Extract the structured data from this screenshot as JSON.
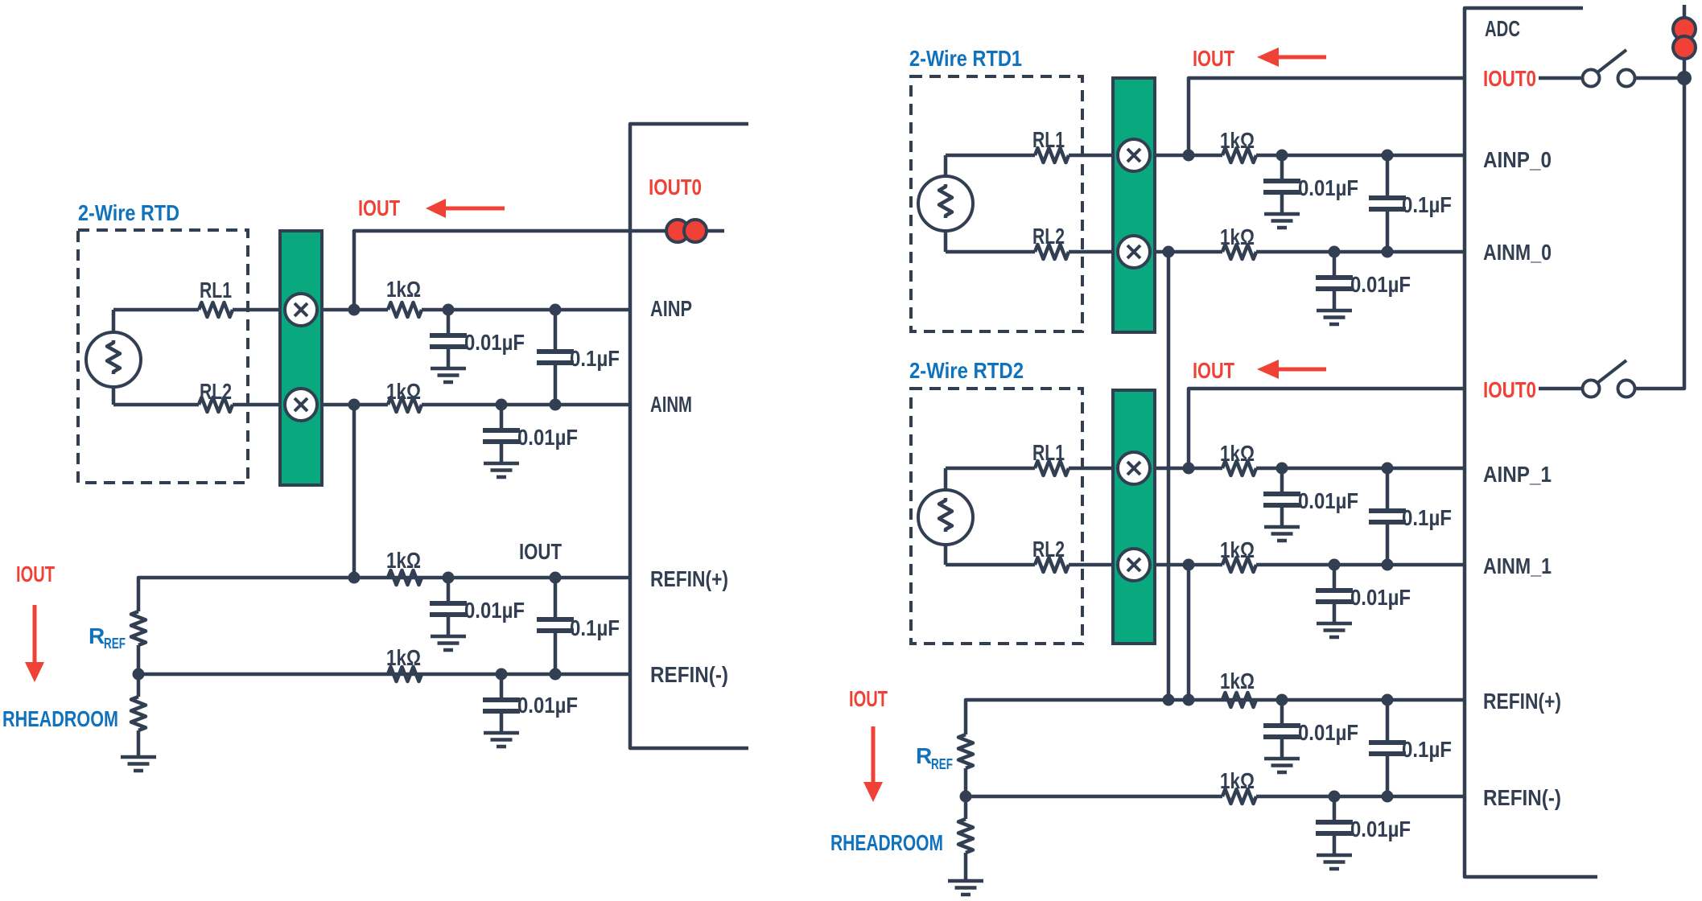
{
  "colors": {
    "wire": "#323F52",
    "red": "#EF4136",
    "blue": "#1072BC",
    "green": "#0AA87E",
    "bg": "#FFFFFF"
  },
  "left": {
    "rtd": {
      "title": "2-Wire RTD",
      "rl1": "RL1",
      "rl2": "RL2"
    },
    "iout_top": "IOUT",
    "filters": {
      "ainp_r": "1kΩ",
      "ainp_c": "0.01µF",
      "diff_c": "0.1µF",
      "ainm_r": "1kΩ",
      "ainm_c": "0.01µF",
      "refp_r": "1kΩ",
      "refp_c": "0.01µF",
      "ref_diff_c": "0.1µF",
      "refm_r": "1kΩ",
      "refm_c": "0.01µF"
    },
    "iout_ref": "IOUT",
    "iout_source": "IOUT",
    "rref": {
      "base": "R",
      "sub": "REF"
    },
    "rheadroom": "RHEADROOM",
    "adc": {
      "iout0": "IOUT0",
      "ainp": "AINP",
      "ainm": "AINM",
      "refp": "REFIN(+)",
      "refm": "REFIN(-)"
    }
  },
  "right": {
    "adc_title": "ADC",
    "rtd1": {
      "title": "2-Wire RTD1",
      "rl1": "RL1",
      "rl2": "RL2"
    },
    "rtd2": {
      "title": "2-Wire RTD2",
      "rl1": "RL1",
      "rl2": "RL2"
    },
    "iout1": "IOUT",
    "iout2": "IOUT",
    "ch0": {
      "ainp_r": "1kΩ",
      "ainp_c": "0.01µF",
      "diff_c": "0.1µF",
      "ainm_r": "1kΩ",
      "ainm_c": "0.01µF"
    },
    "ch1": {
      "ainp_r": "1kΩ",
      "ainp_c": "0.01µF",
      "diff_c": "0.1µF",
      "ainm_r": "1kΩ",
      "ainm_c": "0.01µF"
    },
    "ref": {
      "refp_r": "1kΩ",
      "refp_c": "0.01µF",
      "diff_c": "0.1µF",
      "refm_r": "1kΩ",
      "refm_c": "0.01µF"
    },
    "iout_source": "IOUT",
    "rref": {
      "base": "R",
      "sub": "REF"
    },
    "rheadroom": "RHEADROOM",
    "pins": {
      "iout0_a": "IOUT0",
      "ainp0": "AINP_0",
      "ainm0": "AINM_0",
      "iout0_b": "IOUT0",
      "ainp1": "AINP_1",
      "ainm1": "AINM_1",
      "refp": "REFIN(+)",
      "refm": "REFIN(-)"
    }
  }
}
